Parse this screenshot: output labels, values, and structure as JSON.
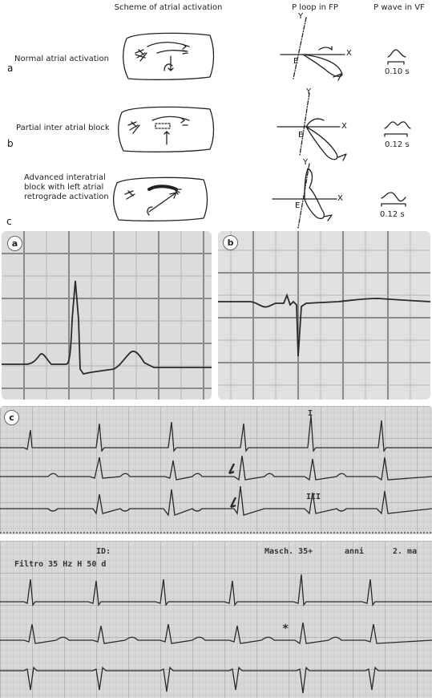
{
  "headers": {
    "scheme": "Scheme of atrial activation",
    "ploop": "P loop in FP",
    "pwave": "P wave in VF"
  },
  "rows": [
    {
      "letter": "a",
      "label": "Normal atrial activation",
      "duration": "0.10 s"
    },
    {
      "letter": "b",
      "label": "Partial inter atrial block",
      "duration": "0.12 s"
    },
    {
      "letter": "c",
      "label": "Advanced interatrial block with left atrial retrograde activation",
      "duration": "0.12 s"
    }
  ],
  "axes": {
    "x": "X",
    "y": "Y",
    "e": "E"
  },
  "panels": {
    "a": "a",
    "b": "b",
    "c": "c"
  },
  "ecg": {
    "lead_i": "I",
    "lead_iii": "III",
    "id_label": "ID:",
    "masch": "Masch. 35+",
    "anni": "anni",
    "date_fragment": "2. ma",
    "filter": "Filtro 35 Hz  H 50  d",
    "star": "*"
  },
  "colors": {
    "grid_bg": "#dcdcdc",
    "trace": "#2a2a2a",
    "grid_line": "#8a8a8a"
  }
}
